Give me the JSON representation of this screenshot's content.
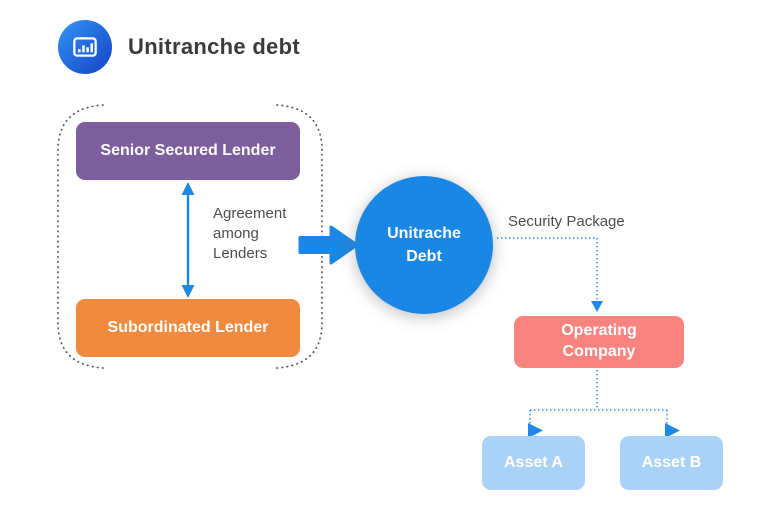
{
  "header": {
    "title": "Unitranche debt",
    "icon": "bar-chart"
  },
  "nodes": {
    "senior": "Senior Secured Lender",
    "subordinated": "Subordinated Lender",
    "agreement_label": "Agreement among Lenders",
    "unitranche_circle": "Unitrache Debt",
    "security_label": "Security Package",
    "operating": "Operating Company",
    "asset_a": "Asset A",
    "asset_b": "Asset B"
  },
  "colors": {
    "purple": "#7d5f9d",
    "orange": "#f08a3e",
    "blue": "#1b87e4",
    "pink": "#f9837f",
    "lightblue": "#aad2f6",
    "connector": "#1e88e5",
    "bracket": "#56565a",
    "textdark": "#3a3a3a",
    "textlabel": "#4d4d4d"
  }
}
